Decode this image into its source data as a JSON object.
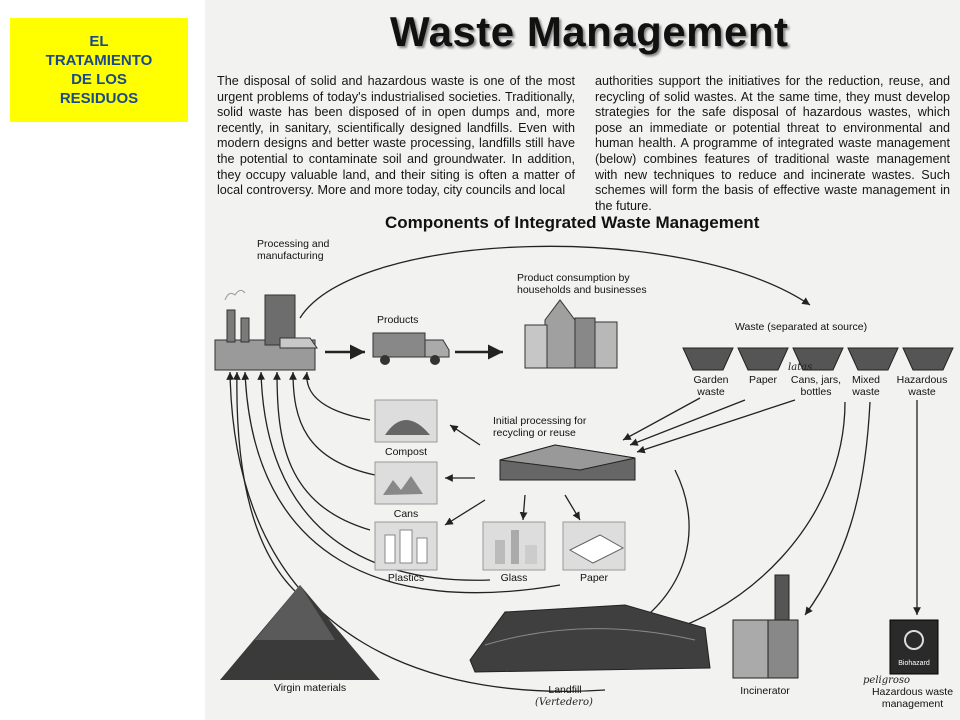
{
  "overlay_label": "EL\nTRATAMIENTO\nDE LOS\nRESIDUOS",
  "title": "Waste Management",
  "intro": {
    "col1": "The disposal of solid and hazardous waste is one of the most urgent problems of today's industrialised societies. Traditionally, solid waste has been disposed of in open dumps and, more recently, in sanitary, scientifically designed landfills. Even with modern designs and better waste processing, landfills still have the potential to contaminate soil and groundwater. In addition, they occupy valuable land, and their siting is often a matter of local controversy. More and more today, city councils and local",
    "col2": "authorities support the initiatives for the reduction, reuse, and recycling of solid wastes. At the same time, they must develop strategies for the safe disposal of hazardous wastes, which pose an immediate or potential threat to environmental and human health. A programme of integrated waste management (below) combines features of traditional waste management with new techniques to reduce and incinerate wastes. Such schemes will form the basis of effective waste management in the future."
  },
  "diagram": {
    "title": "Components of Integrated Waste Management",
    "labels": {
      "processing": "Processing and\nmanufacturing",
      "products": "Products",
      "consumption": "Product consumption by\nhouseholds and businesses",
      "waste_sep": "Waste (separated at source)",
      "garden": "Garden\nwaste",
      "paper_bin": "Paper",
      "cans_bin": "Cans, jars,\nbottles",
      "mixed": "Mixed\nwaste",
      "hazardous_bin": "Hazardous\nwaste",
      "initial": "Initial processing for\nrecycling or reuse",
      "compost": "Compost",
      "cans": "Cans",
      "plastics": "Plastics",
      "glass": "Glass",
      "paper": "Paper",
      "virgin": "Virgin materials",
      "landfill": "Landfill",
      "incinerator": "Incinerator",
      "hazardous_mgmt": "Hazardous waste\nmanagement",
      "biohazard": "Biohazard"
    },
    "handwritten": {
      "latas": "latas",
      "vertedero": "(Vertedero)",
      "peligroso": "peligroso"
    }
  },
  "colors": {
    "highlight": "#ffff00",
    "label_text": "#1a4a8a",
    "page_bg": "#f2f2f0"
  }
}
